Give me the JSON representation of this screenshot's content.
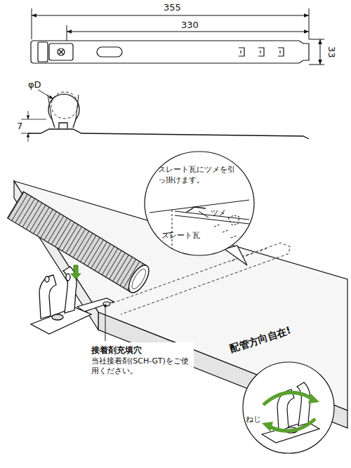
{
  "diagram": {
    "nodes": [
      {
        "text": [
          "スレート瓦にツメを引っ掛けます。"
        ]
      },
      {
        "text": [
          "接着剤充填穴",
          "当社接着剤(SCH-GT)をご使用ください。"
        ]
      },
      {
        "text": [
          "配管方向自在!"
        ]
      }
    ],
    "labels": [
      "355",
      "330",
      "33",
      "φD",
      "7",
      "ツメ",
      "スレート瓦",
      "ねじ"
    ]
  }
}
